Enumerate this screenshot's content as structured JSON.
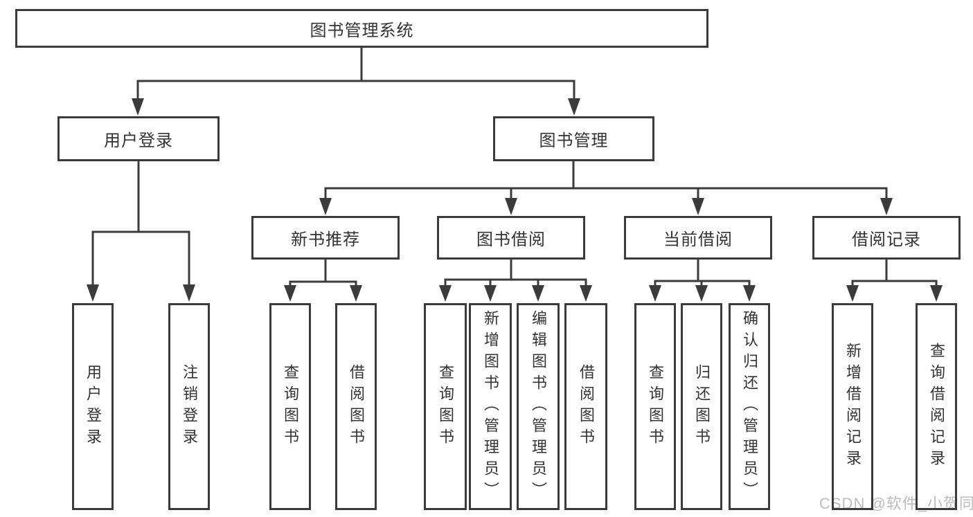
{
  "diagram": {
    "root": {
      "label": "图书管理系统"
    },
    "level2": {
      "user_login": {
        "label": "用户登录"
      },
      "book_management": {
        "label": "图书管理"
      }
    },
    "level3": {
      "new_book_recommend": {
        "label": "新书推荐"
      },
      "book_borrow": {
        "label": "图书借阅"
      },
      "current_borrow": {
        "label": "当前借阅"
      },
      "borrow_records": {
        "label": "借阅记录"
      }
    },
    "leaves": {
      "user_login": [
        "用户登录",
        "注销登录"
      ],
      "new_book_recommend": [
        "查询图书",
        "借阅图书"
      ],
      "book_borrow": [
        "查询图书",
        "新增图书（管理员）",
        "编辑图书（管理员）",
        "借阅图书"
      ],
      "current_borrow": [
        "查询图书",
        "归还图书",
        "确认归还（管理员）"
      ],
      "borrow_records": [
        "新增借阅记录",
        "查询借阅记录"
      ]
    },
    "watermark": "CSDN @软件_小贺同学",
    "colors": {
      "line": "#3b3b3b",
      "text": "#333333",
      "background": "#ffffff",
      "watermark": "#bcbcbc"
    }
  }
}
